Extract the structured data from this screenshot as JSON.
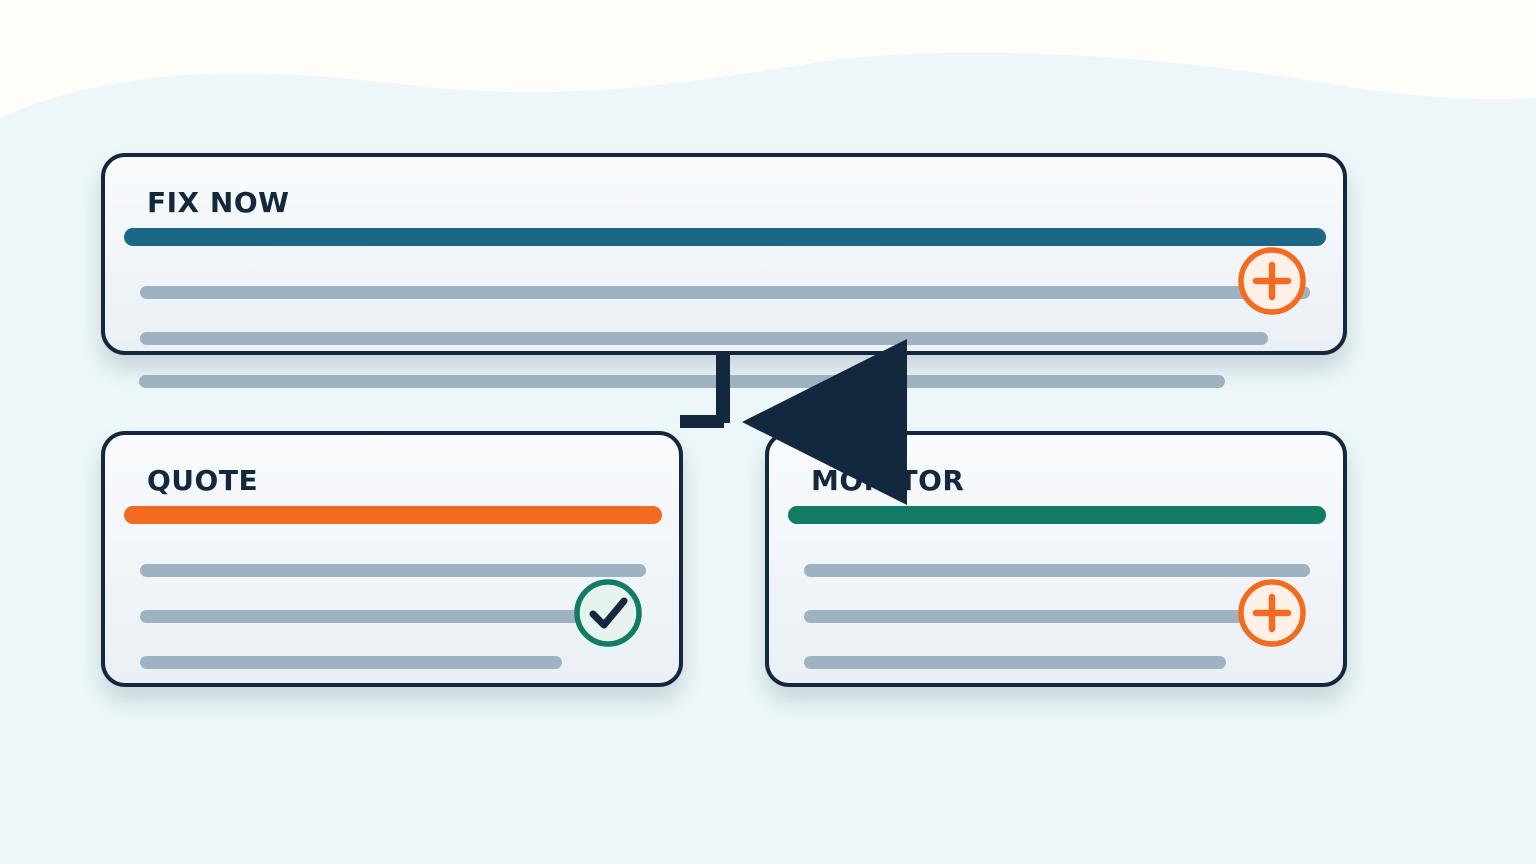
{
  "colors": {
    "background": "#edf7f9",
    "wave": "#fefdf8",
    "outline": "#13283f",
    "placeholder_line": "#9fb2c2",
    "fix_now": "#1c6786",
    "quote": "#f26b21",
    "monitor": "#117c65"
  },
  "cards": {
    "fix_now": {
      "title": "FIX NOW",
      "accent": "#1c6786",
      "icon": "plus-circle-icon"
    },
    "quote": {
      "title": "QUOTE",
      "accent": "#f26b21",
      "icon": "check-circle-icon"
    },
    "monitor": {
      "title": "MONITOR",
      "accent": "#117c65",
      "icon": "plus-circle-icon"
    }
  }
}
